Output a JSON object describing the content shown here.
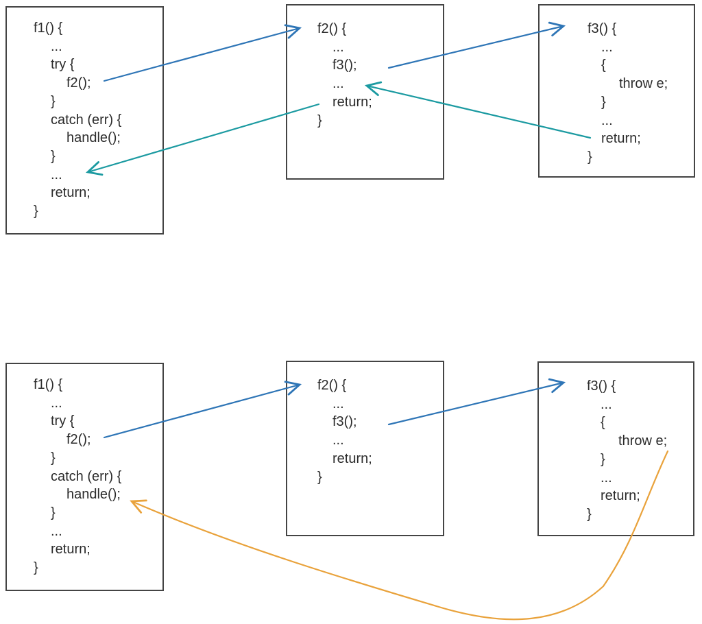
{
  "colors": {
    "call_arrow": "#2e75b6",
    "return_arrow": "#1b9aa1",
    "throw_arrow": "#e9a23b",
    "box_border": "#444444",
    "code_text": "#2b2b2b",
    "background": "#ffffff"
  },
  "top_diagram": {
    "f1_box": {
      "lines": [
        {
          "text": "f1() {",
          "indent": 0
        },
        {
          "text": "...",
          "indent": 1
        },
        {
          "text": "try {",
          "indent": 1
        },
        {
          "text": "f2();",
          "indent": 2
        },
        {
          "text": "}",
          "indent": 1
        },
        {
          "text": "catch (err) {",
          "indent": 1
        },
        {
          "text": "handle();",
          "indent": 2
        },
        {
          "text": "}",
          "indent": 1
        },
        {
          "text": "...",
          "indent": 1
        },
        {
          "text": "return;",
          "indent": 1
        },
        {
          "text": "}",
          "indent": 0
        }
      ]
    },
    "f2_box": {
      "lines": [
        {
          "text": "f2() {",
          "indent": 0
        },
        {
          "text": "...",
          "indent": 1
        },
        {
          "text": "f3();",
          "indent": 1
        },
        {
          "text": "...",
          "indent": 1
        },
        {
          "text": "return;",
          "indent": 1
        },
        {
          "text": "}",
          "indent": 0
        }
      ]
    },
    "f3_box": {
      "lines": [
        {
          "text": "f3() {",
          "indent": 0
        },
        {
          "text": "...",
          "indent": 1
        },
        {
          "text": "{",
          "indent": 1
        },
        {
          "text": "throw e;",
          "indent": 2
        },
        {
          "text": "}",
          "indent": 1
        },
        {
          "text": "...",
          "indent": 1
        },
        {
          "text": "return;",
          "indent": 1
        },
        {
          "text": "}",
          "indent": 0
        }
      ]
    },
    "arrows": [
      {
        "name": "call-f1-to-f2",
        "kind": "call"
      },
      {
        "name": "call-f2-to-f3",
        "kind": "call"
      },
      {
        "name": "return-f3-to-f2",
        "kind": "return"
      },
      {
        "name": "return-f2-to-f1",
        "kind": "return"
      }
    ]
  },
  "bottom_diagram": {
    "f1_box": {
      "lines": [
        {
          "text": "f1() {",
          "indent": 0
        },
        {
          "text": "...",
          "indent": 1
        },
        {
          "text": "try {",
          "indent": 1
        },
        {
          "text": "f2();",
          "indent": 2
        },
        {
          "text": "}",
          "indent": 1
        },
        {
          "text": "catch (err) {",
          "indent": 1
        },
        {
          "text": "handle();",
          "indent": 2
        },
        {
          "text": "}",
          "indent": 1
        },
        {
          "text": "...",
          "indent": 1
        },
        {
          "text": "return;",
          "indent": 1
        },
        {
          "text": "}",
          "indent": 0
        }
      ]
    },
    "f2_box": {
      "lines": [
        {
          "text": "f2() {",
          "indent": 0
        },
        {
          "text": "...",
          "indent": 1
        },
        {
          "text": "f3();",
          "indent": 1
        },
        {
          "text": "...",
          "indent": 1
        },
        {
          "text": "return;",
          "indent": 1
        },
        {
          "text": "}",
          "indent": 0
        }
      ]
    },
    "f3_box": {
      "lines": [
        {
          "text": "f3() {",
          "indent": 0
        },
        {
          "text": "...",
          "indent": 1
        },
        {
          "text": "{",
          "indent": 1
        },
        {
          "text": "throw e;",
          "indent": 2
        },
        {
          "text": "}",
          "indent": 1
        },
        {
          "text": "...",
          "indent": 1
        },
        {
          "text": "return;",
          "indent": 1
        },
        {
          "text": "}",
          "indent": 0
        }
      ]
    },
    "arrows": [
      {
        "name": "call-f1-to-f2",
        "kind": "call"
      },
      {
        "name": "call-f2-to-f3",
        "kind": "call"
      },
      {
        "name": "throw-f3-to-f1-catch-handler",
        "kind": "throw"
      }
    ]
  }
}
